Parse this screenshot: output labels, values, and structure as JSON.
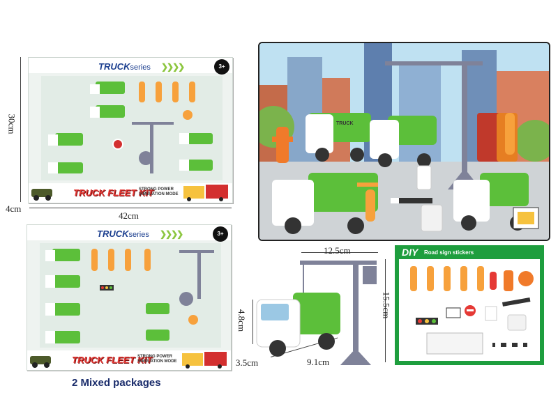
{
  "boxes": [
    {
      "series_brand": "TRUCK",
      "series_word": "series",
      "kit_title": "TRUCK FLEET KIT",
      "sub_text": "STRONG POWER SIMULATION MODE",
      "age_badge": "3+"
    },
    {
      "series_brand": "TRUCK",
      "series_word": "series",
      "kit_title": "TRUCK FLEET KIT",
      "sub_text": "STRONG POWER SIMULATION MODE",
      "age_badge": "3+"
    }
  ],
  "dimensions": {
    "box_height": "30cm",
    "box_depth": "4cm",
    "box_width": "42cm",
    "crane_width": "12.5cm",
    "crane_height": "15.5cm",
    "truck_height": "4.8cm",
    "truck_depth": "3.5cm",
    "truck_length": "9.1cm"
  },
  "city_scene": {
    "truck_label": "TRUCK"
  },
  "diy_panel": {
    "title": "DIY",
    "subtitle": "Road sign stickers"
  },
  "footer": {
    "mixed_packages": "2 Mixed packages"
  },
  "colors": {
    "truck_green": "#5cbf3a",
    "figure_orange": "#f7a13c",
    "diy_green": "#1e9e3e",
    "kit_red": "#e53935",
    "series_blue": "#1c3f8f"
  }
}
